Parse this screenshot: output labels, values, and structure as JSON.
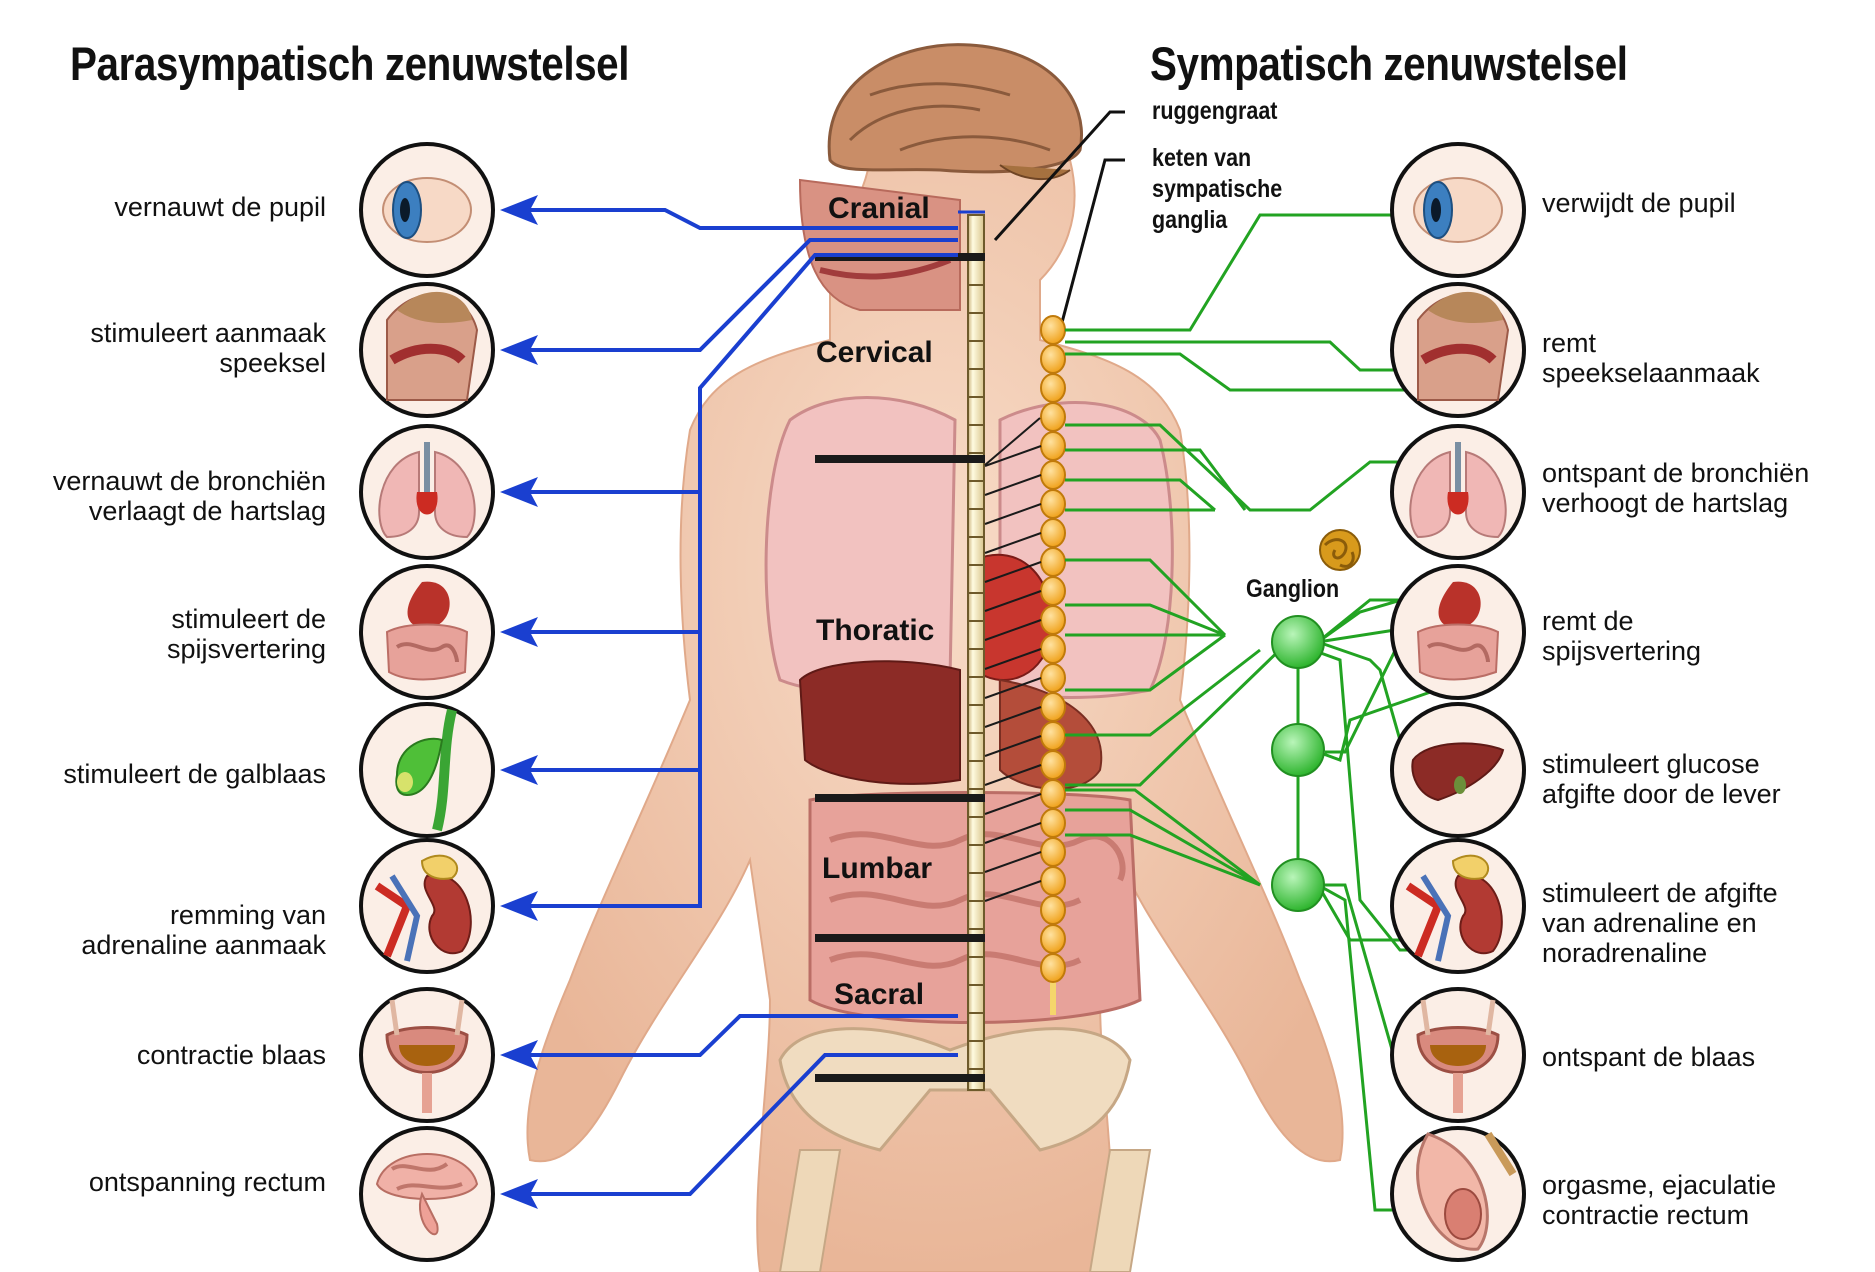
{
  "titles": {
    "left": "Parasympatisch zenuwstelsel",
    "right": "Sympatisch zenuwstelsel"
  },
  "annotations": {
    "spine": "ruggengraat",
    "chain": "keten van\nsympatische\nganglia",
    "ganglion": "Ganglion"
  },
  "regions": [
    "Cranial",
    "Cervical",
    "Thoratic",
    "Lumbar",
    "Sacral"
  ],
  "parasympathetic_effects": [
    "vernauwt de pupil",
    "stimuleert aanmaak\nspeeksel",
    "vernauwt de bronchiën\nverlaagt de hartslag",
    "stimuleert de\nspijsvertering",
    "stimuleert de galblaas",
    "remming van\nadrenaline aanmaak",
    "contractie blaas",
    "ontspanning rectum"
  ],
  "sympathetic_effects": [
    "verwijdt de pupil",
    "remt\nspeekselaanmaak",
    "ontspant de bronchiën\nverhoogt de hartslag",
    "remt de\nspijsvertering",
    "stimuleert glucose\nafgifte door de lever",
    "stimuleert de afgifte\nvan adrenaline en\nnoradrenaline",
    "ontspant de blaas",
    "orgasme, ejaculatie\ncontractie rectum"
  ],
  "organ_icons": {
    "left": [
      "eye-icon",
      "mouth-throat-icon",
      "lungs-heart-icon",
      "stomach-intestine-icon",
      "gallbladder-icon",
      "kidney-adrenal-icon",
      "bladder-icon",
      "rectum-icon"
    ],
    "right": [
      "eye-icon",
      "mouth-throat-icon",
      "lungs-heart-icon",
      "stomach-intestine-icon",
      "liver-icon",
      "kidney-adrenal-icon",
      "bladder-icon",
      "reproductive-organ-icon"
    ]
  },
  "colors": {
    "parasympathetic": "#1a3fd0",
    "sympathetic": "#22a322",
    "ganglion_chain": "#f5a623",
    "spine": "#fbf6c8",
    "skin": "#f2c9b1",
    "ganglion_node": "#5fd35f"
  }
}
